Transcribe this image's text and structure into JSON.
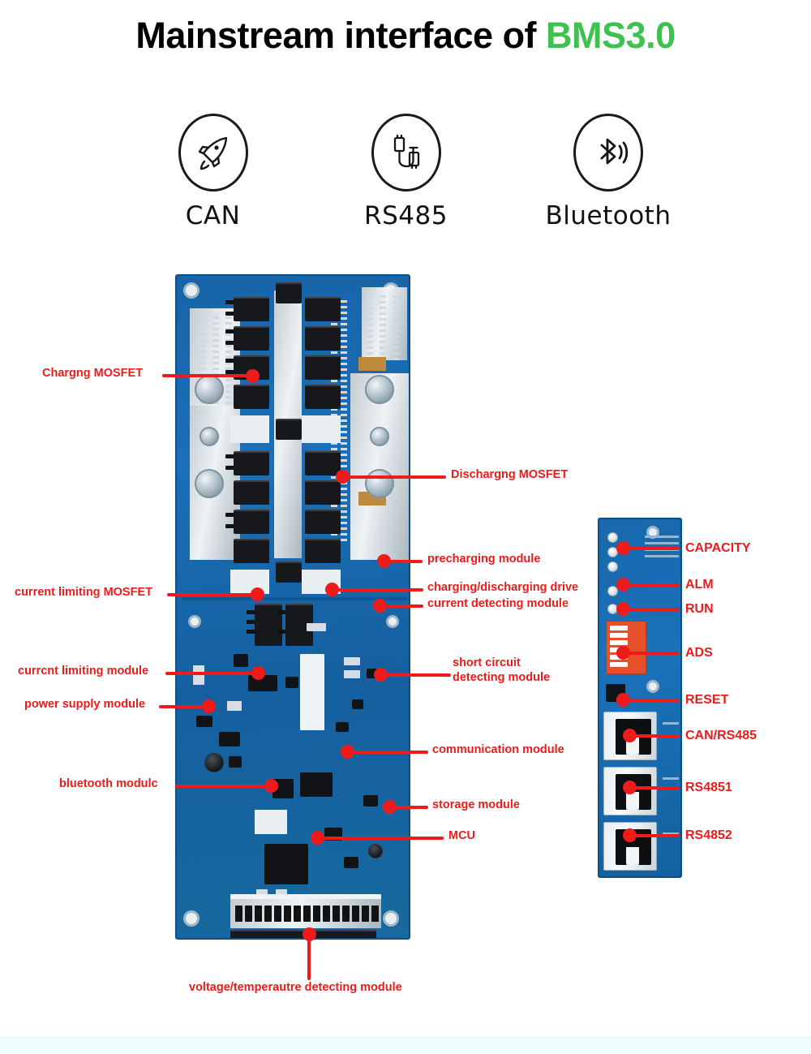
{
  "header": {
    "title_prefix": "Mainstream interface of ",
    "title_accent": "BMS3.0",
    "accent_color": "#3ec14f"
  },
  "features": [
    {
      "label": "CAN",
      "icon": "rocket-icon"
    },
    {
      "label": "RS485",
      "icon": "usb-cable-icon"
    },
    {
      "label": "Bluetooth",
      "icon": "bluetooth-icon"
    }
  ],
  "callouts_left": [
    {
      "label": "Chargng MOSFET"
    },
    {
      "label": "current limiting MOSFET"
    },
    {
      "label": "currcnt limiting module"
    },
    {
      "label": "power supply module"
    },
    {
      "label": "bluetooth modulc"
    }
  ],
  "callouts_right": [
    {
      "label": "Dischargng MOSFET"
    },
    {
      "label": "precharging module"
    },
    {
      "label": "charging/discharging drive"
    },
    {
      "label": "current detecting module"
    },
    {
      "label": "short circuit"
    },
    {
      "label": "detecting module"
    },
    {
      "label": "communication module"
    },
    {
      "label": "storage module"
    },
    {
      "label": "MCU"
    }
  ],
  "callout_bottom": {
    "label": "voltage/temperautre detecting module"
  },
  "callouts_panel": [
    {
      "label": "CAPACITY"
    },
    {
      "label": "ALM"
    },
    {
      "label": "RUN"
    },
    {
      "label": "ADS"
    },
    {
      "label": "RESET"
    },
    {
      "label": "CAN/RS485"
    },
    {
      "label": "RS4851"
    },
    {
      "label": "RS4852"
    }
  ],
  "colors": {
    "callout_red": "#ee1b1b",
    "pcb_blue": "#1a6fb8",
    "dip_orange": "#e8502a",
    "footer": "#edfdfd"
  }
}
